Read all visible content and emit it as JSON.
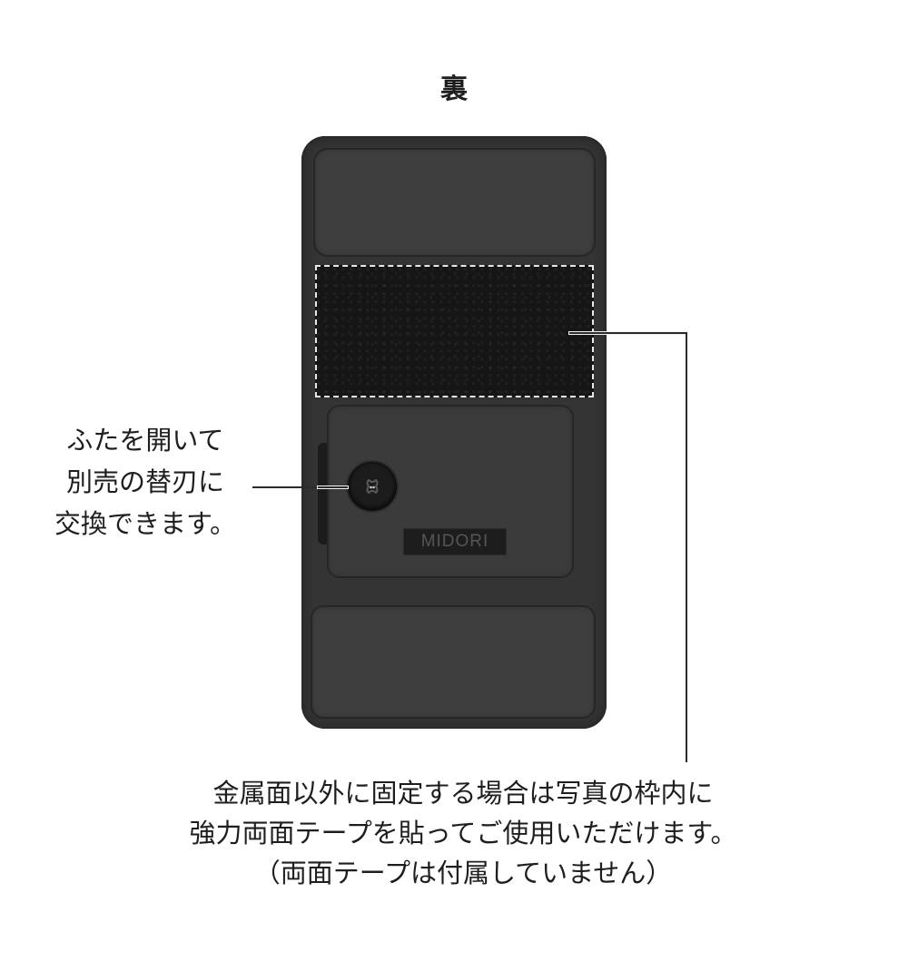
{
  "title": "裏",
  "product": {
    "brand_badge": "MIDORI",
    "body_color": "#343434",
    "velcro_color": "#161616",
    "dashed_border_color": "#e8e8e8"
  },
  "callouts": {
    "screw_note": {
      "lines": [
        "ふたを開いて",
        "別売の替刃に",
        "交換できます。"
      ]
    },
    "velcro_note": {
      "lines": [
        "金属面以外に固定する場合は写真の枠内に",
        "強力両面テープを貼ってご使用いただけます。",
        "（両面テープは付属していません）"
      ]
    }
  },
  "icons": {
    "screw": "screw-icon"
  }
}
